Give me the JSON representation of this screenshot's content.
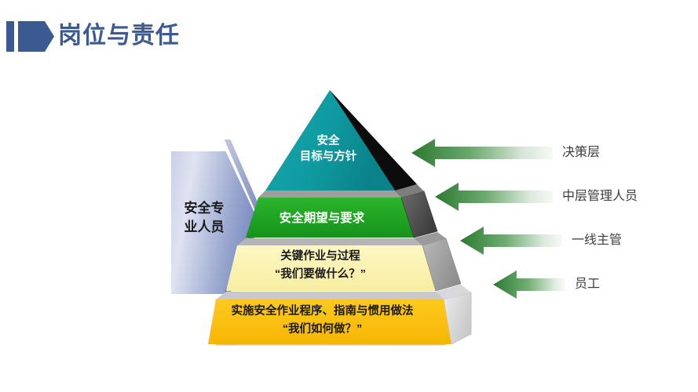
{
  "header": {
    "title": "岗位与责任",
    "accent_color": "#3b5a92"
  },
  "diagram": {
    "left_arrow": {
      "label": "安全专\n业人员",
      "fill_color": "#9aa7cf"
    },
    "pyramid": {
      "tiers": [
        {
          "id": "tier1",
          "label": "安全\n目标与方针",
          "fill_color": "#169ca4",
          "side_color": "#0d0d0d",
          "text_color": "#ffffff"
        },
        {
          "id": "tier2",
          "label": "安全期望与要求",
          "fill_color": "#21a521",
          "side_color": "#4d4d4d",
          "text_color": "#ffffff"
        },
        {
          "id": "tier3",
          "label": "关键作业与过程\n“我们要做什么？”",
          "fill_color": "#fbf3b5",
          "side_color": "#9e9e9e",
          "text_color": "#1a1a1a"
        },
        {
          "id": "tier4",
          "label": "实施安全作业程序、指南与惯用做法\n“我们如何做？”",
          "fill_color": "#fbc211",
          "side_color": "#d6d6d6",
          "text_color": "#1a1a1a"
        }
      ]
    },
    "right_arrows": [
      {
        "id": "arrow-decision",
        "label": "决策层",
        "color": "#2e7d32"
      },
      {
        "id": "arrow-middle-management",
        "label": "中层管理人员",
        "color": "#2e7d32"
      },
      {
        "id": "arrow-frontline-supervisor",
        "label": "一线主管",
        "color": "#2e7d32"
      },
      {
        "id": "arrow-employee",
        "label": "员工",
        "color": "#2e7d32"
      }
    ]
  }
}
